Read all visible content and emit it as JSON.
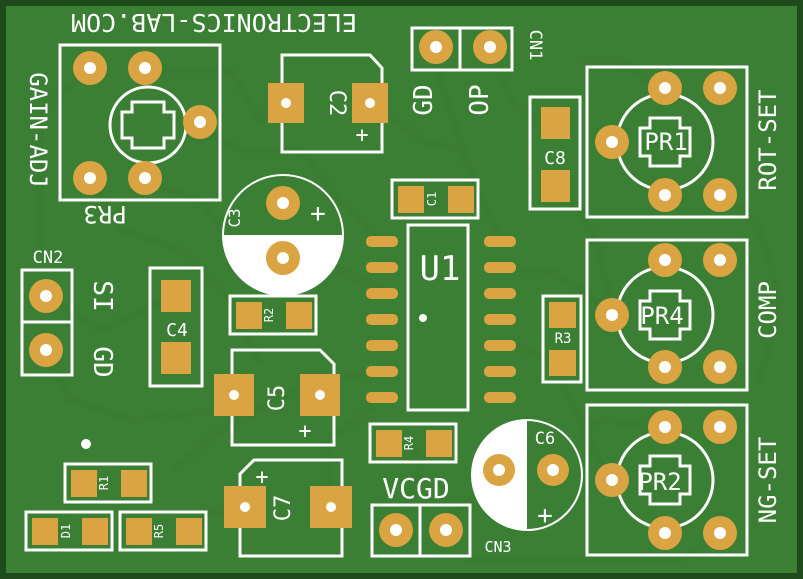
{
  "board": {
    "website": "ELECTRONICS-LAB.COM",
    "colors": {
      "substrate": "#2f6b2a",
      "copper_fill": "#3a7f34",
      "silk": "#ffffff",
      "pad": "#d9a441",
      "border": "#1e4a1c"
    }
  },
  "labels": {
    "gain_adj": "GAIN-ADJ",
    "pr3": "PR3",
    "c2": "C2",
    "c3": "C3",
    "c1": "C1",
    "c8": "C8",
    "c4": "C4",
    "c5": "C5",
    "c6": "C6",
    "c7": "C7",
    "r1": "R1",
    "r2": "R2",
    "r3": "R3",
    "r4": "R4",
    "r5": "R5",
    "d1": "D1",
    "u1": "U1",
    "pr1": "PR1",
    "pr4": "PR4",
    "pr2": "PR2",
    "rot_set": "ROT-SET",
    "comp": "COMP",
    "ng_set": "NG-SET",
    "cn1": "CN1",
    "cn2": "CN2",
    "cn3": "CN3",
    "gd_top": "GD",
    "op": "OP",
    "si": "SI",
    "gd_left": "GD",
    "vcgd": "VCGD",
    "plus": "+"
  }
}
